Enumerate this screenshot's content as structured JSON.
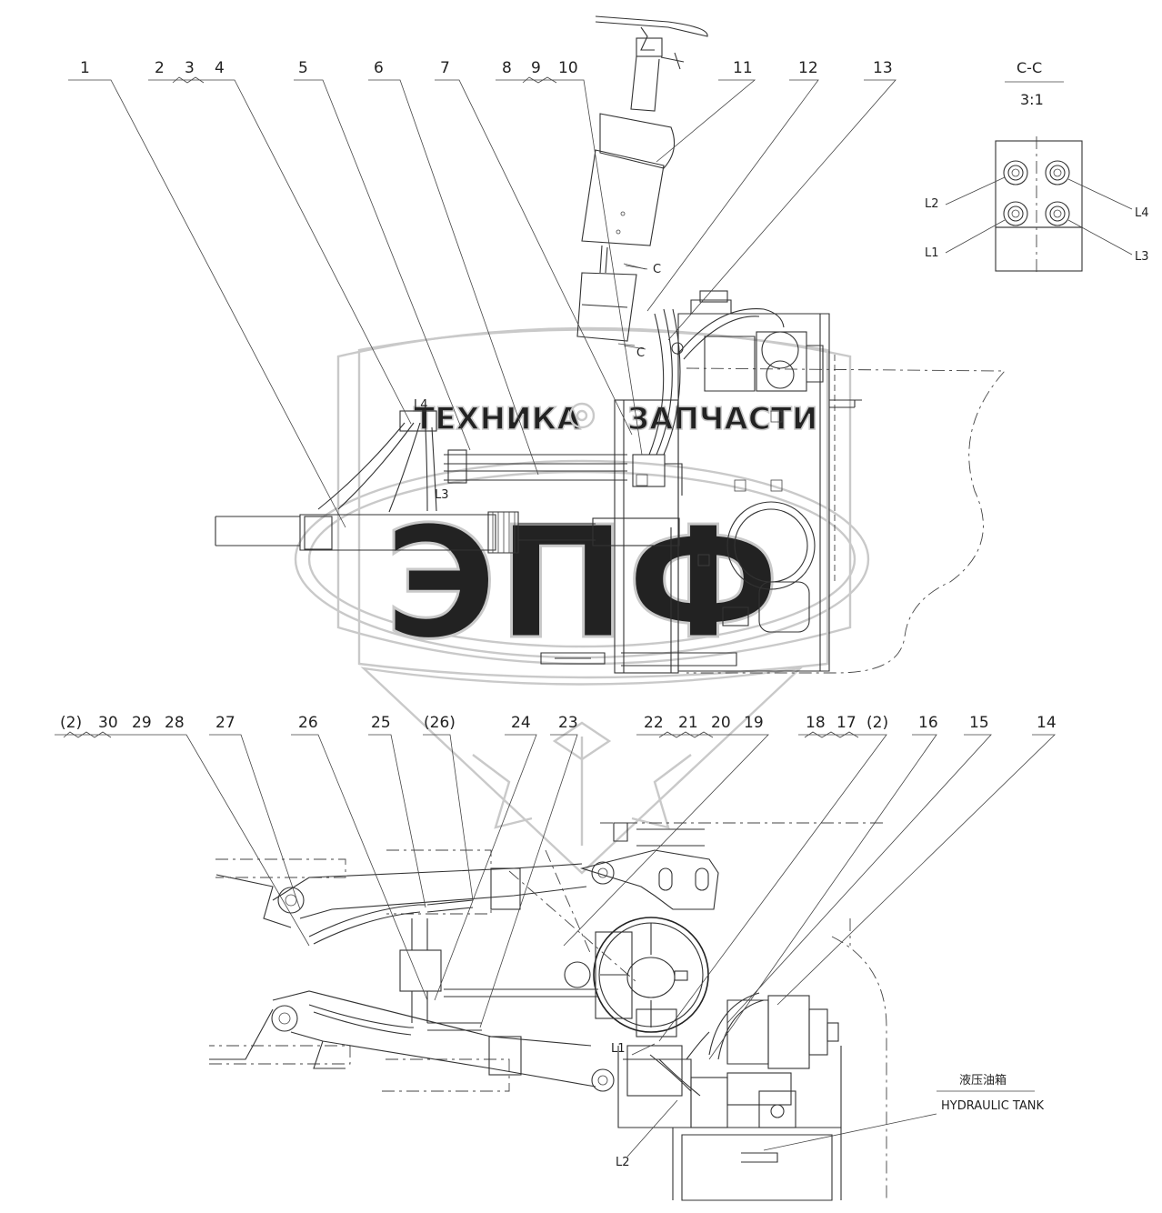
{
  "callouts_top": [
    "1",
    "2",
    "3",
    "4",
    "5",
    "6",
    "7",
    "8",
    "9",
    "10",
    "11",
    "12",
    "13"
  ],
  "callouts_bottom": [
    "(2)",
    "30",
    "29",
    "28",
    "27",
    "26",
    "25",
    "(26)",
    "24",
    "23",
    "22",
    "21",
    "20",
    "19",
    "18",
    "17",
    "(2)",
    "16",
    "15",
    "14"
  ],
  "section": {
    "name": "C-C",
    "scale": "3:1"
  },
  "section_marks": [
    "C",
    "C"
  ],
  "ports": {
    "L1": "L1",
    "L2": "L2",
    "L3": "L3",
    "L4": "L4"
  },
  "tank_label_cn": "液压油箱",
  "tank_label": "HYDRAULIC TANK",
  "watermark": {
    "line1": "ТЕХНИКА",
    "line2": "ЗАПЧАСТИ",
    "logo": "ЭПФ"
  }
}
